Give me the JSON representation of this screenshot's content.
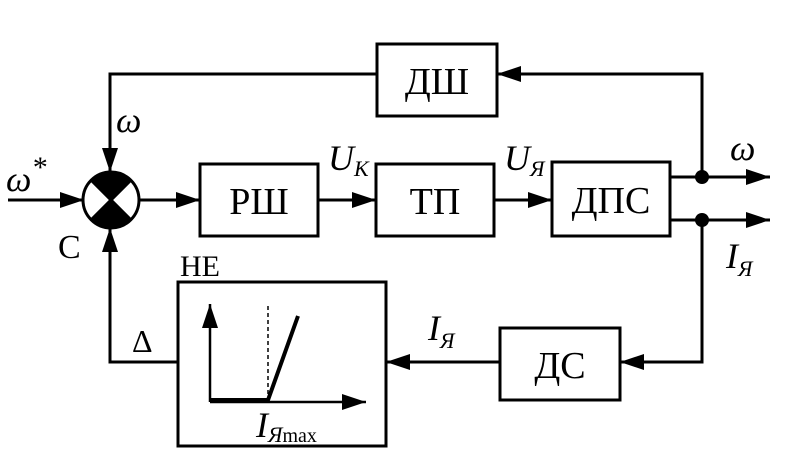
{
  "blocks": {
    "dsh": "ДШ",
    "rsh": "РШ",
    "tp": "ТП",
    "dps": "ДПС",
    "ds": "ДС"
  },
  "labels": {
    "omega_ref": "ω",
    "omega_ref_sup": "*",
    "omega_feedback": "ω",
    "omega_out": "ω",
    "summer": "C",
    "nonlinear": "НЕ",
    "delta": "Δ",
    "u_k_main": "U",
    "u_k_sub": "К",
    "u_ya_main": "U",
    "u_ya_sub": "Я",
    "i_ya_out_main": "I",
    "i_ya_out_sub": "Я",
    "i_ya_fb_main": "I",
    "i_ya_fb_sub": "Я",
    "i_max_main": "I",
    "i_max_sub": "Я",
    "i_max_suffix": "max"
  }
}
